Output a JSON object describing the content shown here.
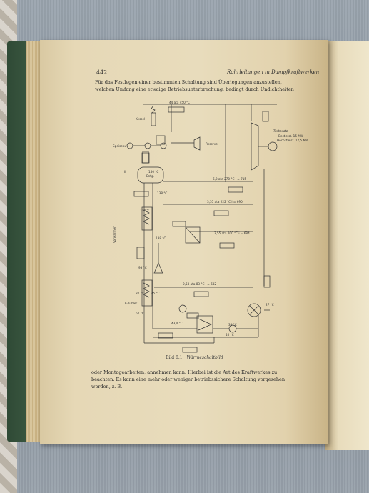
{
  "page": {
    "number": "442",
    "running_head": "Rohrleitungen in Dampfkraftwerken",
    "para_top": [
      "Für das Festlegen einer bestimmten Schaltung sind Überlegungen anzustellen,",
      "welchen Umfang eine etwaige Betriebsunterbrechung, bedingt durch Undichtheiten"
    ],
    "para_bottom": [
      "oder Montagearbeiten, annehmen kann. Hierbei ist die Art des Kraftwerkes zu",
      "beachten. Es kann eine mehr oder weniger betriebssichere Schaltung vorgesehen",
      "werden, z. B."
    ],
    "caption_number": "Bild 6.1",
    "caption_text": "Wärmeschaltbild"
  },
  "diagram": {
    "top_steam": "44 ata 450 °C",
    "labels": {
      "kessel": "Kessel",
      "speisepumpe": "Speisepu",
      "reserve": "Reserve",
      "turbosatz": "Turbosatz",
      "leistung": "Bestleist. 15 MW",
      "hoechst": "Höchstleist. 17,5 MW",
      "entgaser": "Entg.",
      "kuehler": "K-Kühler",
      "vorwaermer": "Vorwärmer",
      "bereich_2": "II",
      "bereich_1": "I"
    },
    "steam_lines": [
      "6,2 ata 270 °C i = 715",
      "3,55 ata 222 °C i = 690",
      "3,55 ata 200 °C i = 684",
      "0,53 ata 83 °C i = 632"
    ],
    "temps": [
      "150 °C",
      "138 °C",
      "104 °C",
      "93 °C",
      "138 °C",
      "82 °C",
      "45 °C",
      "62 °C",
      "43,4 °C",
      "35 °C",
      "40 °C",
      "27 °C"
    ]
  }
}
